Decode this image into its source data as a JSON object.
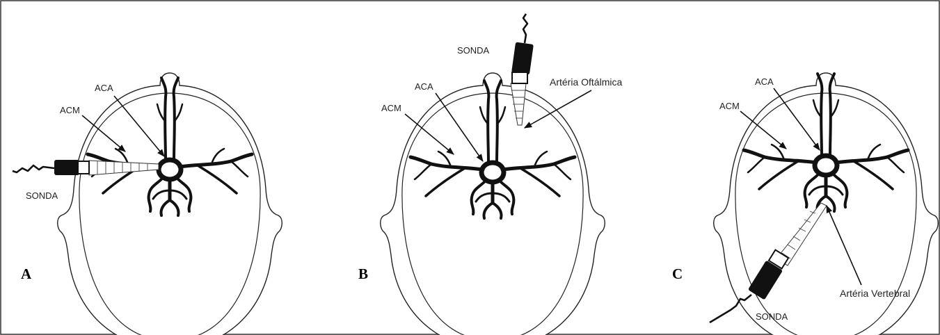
{
  "panels": [
    {
      "letter": "A",
      "labels": {
        "aca": "ACA",
        "acm": "ACM",
        "probe": "SONDA"
      }
    },
    {
      "letter": "B",
      "labels": {
        "aca": "ACA",
        "acm": "ACM",
        "probe": "SONDA",
        "ophthalmic": "Artéria Oftálmica"
      }
    },
    {
      "letter": "C",
      "labels": {
        "aca": "ACA",
        "acm": "ACM",
        "probe": "SONDA",
        "vertebral": "Artéria Vertebral"
      }
    }
  ],
  "colors": {
    "ink": "#111111",
    "background": "#ffffff",
    "frame": "#333333"
  }
}
